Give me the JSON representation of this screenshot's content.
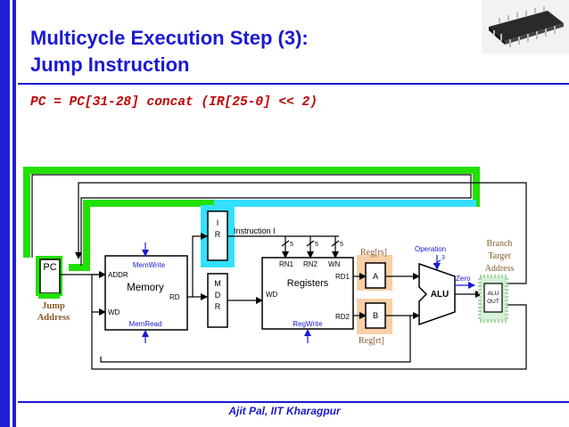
{
  "slide": {
    "title_line1": "Multicycle Execution Step (3):",
    "title_line2": "Jump Instruction",
    "equation": "PC = PC[31-28] concat (IR[25-0] << 2)",
    "footer": "Ajit Pal, IIT Kharagpur"
  },
  "diagram": {
    "pc": "PC",
    "memory": "Memory",
    "addr": "ADDR",
    "wd_mem": "WD",
    "rd_mem": "RD",
    "memwrite": "MemWrite",
    "memread": "MemRead",
    "ir_i": "I",
    "ir_r": "R",
    "instruction": "Instruction I",
    "mdr_m": "M",
    "mdr_d": "D",
    "mdr_r": "R",
    "registers": "Registers",
    "rn1": "RN1",
    "rn2": "RN2",
    "wn": "WN",
    "rd1": "RD1",
    "rd2": "RD2",
    "wd_reg": "WD",
    "regwrite": "RegWrite",
    "five": "5",
    "reg_a": "A",
    "reg_b": "B",
    "reg_rs": "Reg[rs]",
    "reg_rt": "Reg[rt]",
    "operation": "Operation",
    "three": "3",
    "alu": "ALU",
    "zero": "Zero",
    "alu_out_1": "ALU",
    "alu_out_2": "OUT",
    "branch_1": "Branch",
    "branch_2": "Target",
    "branch_3": "Address",
    "jump_1": "Jump",
    "jump_2": "Address"
  },
  "colors": {
    "title": "#1a1ad0",
    "equation": "#c00000",
    "highlight_green": "#22e000",
    "highlight_cyan": "#33e0ff",
    "control_blue": "#1a1ad0",
    "reg_orange": "#f5c89a",
    "alu_out_dots": "#a8d8a8"
  }
}
